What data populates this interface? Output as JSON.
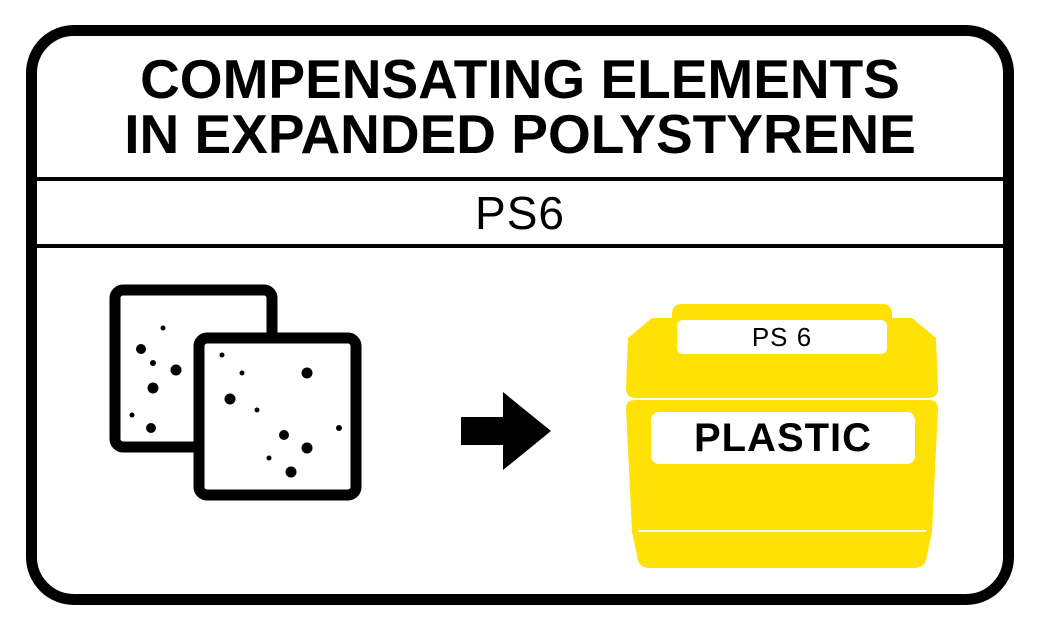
{
  "title": {
    "line1": "COMPENSATING ELEMENTS",
    "line2": "IN EXPANDED POLYSTYRENE"
  },
  "material_code": "PS6",
  "bin": {
    "code_label": "PS 6",
    "material_label": "PLASTIC"
  },
  "icons": {
    "item": "expanded-polystyrene-panels-icon",
    "arrow": "right-arrow-icon",
    "bin": "recycling-bin-icon"
  },
  "colors": {
    "border": "#000000",
    "bin": "#FFE105",
    "background": "#FFFFFF"
  }
}
